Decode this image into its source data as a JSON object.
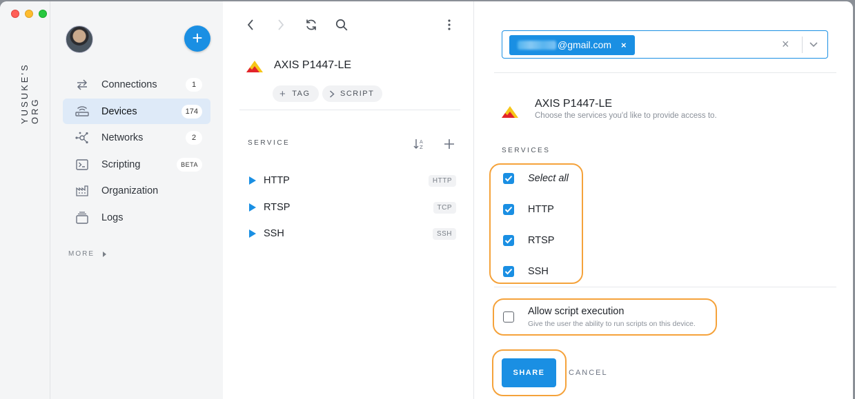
{
  "org": {
    "name": "YUSUKE'S ORG"
  },
  "nav": {
    "items": [
      {
        "label": "Connections",
        "badge": "1",
        "icon": "connections-icon"
      },
      {
        "label": "Devices",
        "badge": "174",
        "icon": "devices-icon",
        "active": true
      },
      {
        "label": "Networks",
        "badge": "2",
        "icon": "networks-icon"
      },
      {
        "label": "Scripting",
        "badge": "BETA",
        "icon": "scripting-icon"
      },
      {
        "label": "Organization",
        "badge": "",
        "icon": "organization-icon"
      },
      {
        "label": "Logs",
        "badge": "",
        "icon": "logs-icon"
      }
    ],
    "more_label": "MORE"
  },
  "device": {
    "name": "AXIS P1447-LE",
    "tag_label": "TAG",
    "script_label": "SCRIPT",
    "services_header": "SERVICE",
    "services": [
      {
        "name": "HTTP",
        "type": "HTTP"
      },
      {
        "name": "RTSP",
        "type": "TCP"
      },
      {
        "name": "SSH",
        "type": "SSH"
      }
    ]
  },
  "share": {
    "email_suffix": "@gmail.com",
    "device_name": "AXIS P1447-LE",
    "subtitle": "Choose the services you'd like to provide access to.",
    "services_header": "SERVICES",
    "select_all_label": "Select all",
    "checkboxes": [
      {
        "label": "HTTP",
        "checked": true
      },
      {
        "label": "RTSP",
        "checked": true
      },
      {
        "label": "SSH",
        "checked": true
      }
    ],
    "allow_script_title": "Allow script execution",
    "allow_script_sub": "Give the user the ability to run scripts on this device.",
    "allow_script_checked": false,
    "share_label": "SHARE",
    "cancel_label": "CANCEL"
  },
  "colors": {
    "accent": "#1a8fe3",
    "highlight": "#f5a23a"
  }
}
